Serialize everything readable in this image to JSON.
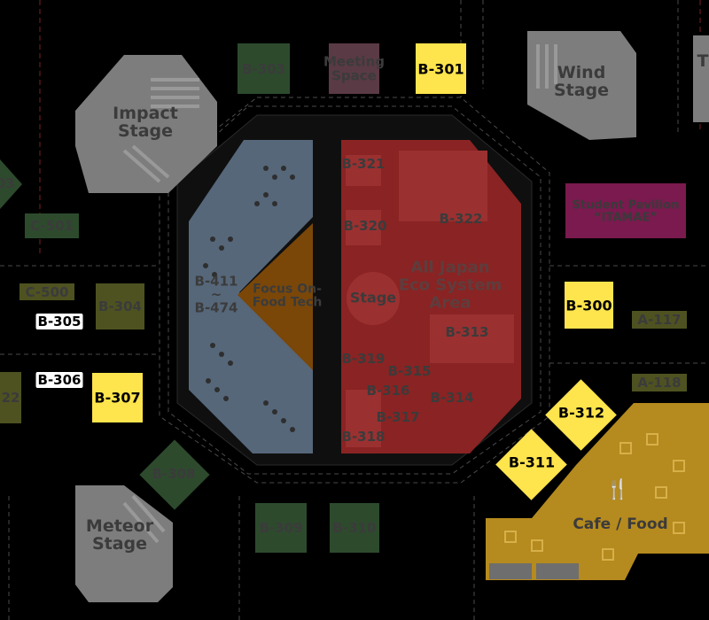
{
  "colors": {
    "background": "#000000",
    "floor": "#0d0d0d",
    "dim_gray": "#8a8a8a",
    "dim_green": "#2d4a2d",
    "dim_olive": "#4e5220",
    "dim_blue": "#56677a",
    "dim_red": "#8a2323",
    "dim_orange": "#7a4708",
    "highlight_yellow": "#ffe54d",
    "food_gold": "#b58a1e",
    "student_pavilion": "#7a1a4e"
  },
  "stages": {
    "impact": "Impact\nStage",
    "wind": "Wind\nStage",
    "meteor": "Meteor\nStage"
  },
  "areas": {
    "focus": "Focus On-\nFood Tech",
    "range": "B-411\n~\nB-474",
    "eco": "All Japan\nEco System\nArea",
    "stage": "Stage",
    "student": "Student Pavilion\n“ITAMAE”",
    "cafe": "Cafe / Food",
    "meeting": "Meeting\nSpace"
  },
  "booths": {
    "b303": "B-303",
    "b301": "B-301",
    "b300": "B-300",
    "b304": "B-304",
    "b305": "B-305",
    "b306": "B-306",
    "b307": "B-307",
    "b308": "B-308",
    "b309": "B-309",
    "b310": "B-310",
    "b311": "B-311",
    "b312": "B-312",
    "b313": "B-313",
    "b314": "B-314",
    "b315": "B-315",
    "b316": "B-316",
    "b317": "B-317",
    "b318": "B-318",
    "b319": "B-319",
    "b320": "B-320",
    "b321": "B-321",
    "b322": "B-322",
    "c500": "C-500",
    "c501": "C-501",
    "a117": "A-117",
    "a118": "A-118",
    "left_edge_03": "03",
    "left_edge_22": "22",
    "right_edge_t": "T"
  },
  "highlighted": [
    "B-301",
    "B-300",
    "B-307",
    "B-312",
    "B-311",
    "B-305",
    "B-306"
  ]
}
